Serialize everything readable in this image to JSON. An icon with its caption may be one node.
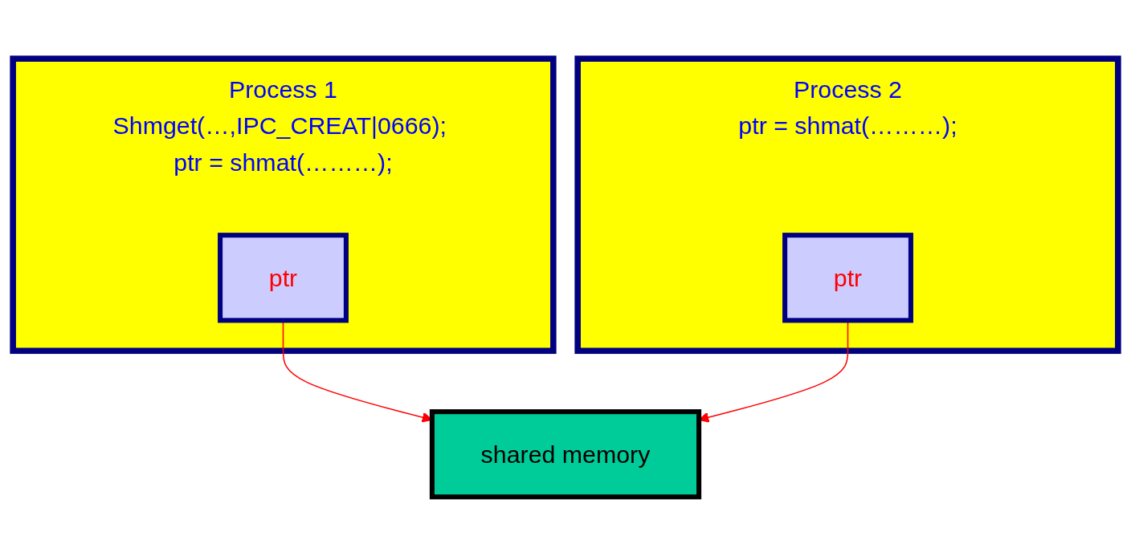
{
  "diagram": {
    "nodes": [
      {
        "text": [
          "Process 1",
          "Shmget(…,IPC_CREAT|0666); ptr = shmat(………);"
        ]
      },
      {
        "text": [
          "ptr"
        ],
        "in": 0
      },
      {
        "text": [
          "Process 2",
          "ptr = shmat(………);"
        ]
      },
      {
        "text": [
          "ptr"
        ],
        "in": 2
      },
      {
        "text": [
          "shared memory"
        ]
      }
    ],
    "edges": [
      {
        "from": 1,
        "to": 4,
        "arrow": "to",
        "color": "#ff0000"
      },
      {
        "from": 3,
        "to": 4,
        "arrow": "to",
        "color": "#ff0000"
      }
    ]
  }
}
